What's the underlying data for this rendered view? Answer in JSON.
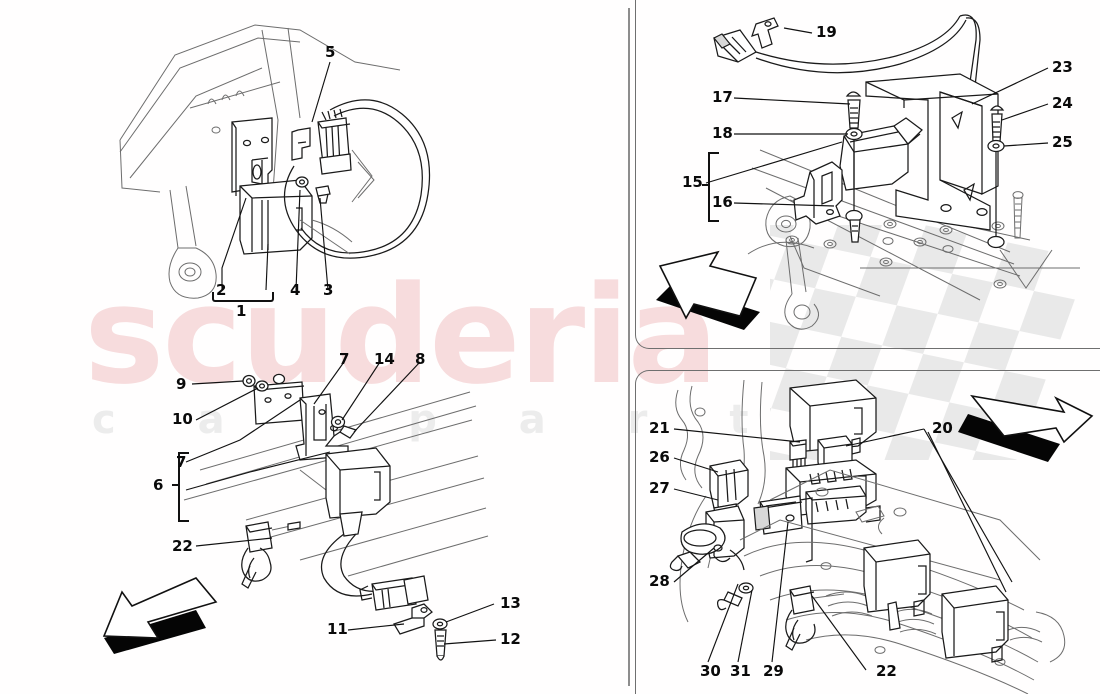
{
  "diagram": {
    "title": "Exploded parts diagram - electronic control units, relays and brackets",
    "background_color": "#ffffff",
    "line_color": "#1a1a1a",
    "ghost_line_color": "#6d6d6d",
    "watermark": {
      "primary_text": "scuderia",
      "primary_color": "#f7dcdd",
      "secondary_text": "c a r p a r t s",
      "secondary_color": "#ececec"
    },
    "flag": {
      "name": "checkered-flag",
      "color": "#e9e9e9"
    }
  },
  "panels": [
    {
      "id": "top-left",
      "name": "panel-top-left"
    },
    {
      "id": "top-right",
      "name": "panel-top-right"
    },
    {
      "id": "bottom-left",
      "name": "panel-bottom-left"
    },
    {
      "id": "bottom-right",
      "name": "panel-bottom-right"
    }
  ],
  "callouts": {
    "top_left": [
      "5",
      "2",
      "1",
      "4",
      "3"
    ],
    "bottom_left": [
      "9",
      "10",
      "7",
      "14",
      "8",
      "6",
      "7",
      "22",
      "11",
      "13",
      "12"
    ],
    "top_right": [
      "19",
      "17",
      "18",
      "15",
      "16",
      "23",
      "24",
      "25"
    ],
    "bottom_right": [
      "21",
      "26",
      "27",
      "28",
      "20",
      "30",
      "31",
      "29",
      "22"
    ]
  },
  "labels": {
    "n1": "1",
    "n2": "2",
    "n3": "3",
    "n4": "4",
    "n5": "5",
    "n6": "6",
    "n7a": "7",
    "n7b": "7",
    "n8": "8",
    "n9": "9",
    "n10": "10",
    "n11": "11",
    "n12": "12",
    "n13": "13",
    "n14": "14",
    "n15": "15",
    "n16": "16",
    "n17": "17",
    "n18": "18",
    "n19": "19",
    "n20": "20",
    "n21": "21",
    "n22a": "22",
    "n22b": "22",
    "n23": "23",
    "n24": "24",
    "n25": "25",
    "n26": "26",
    "n27": "27",
    "n28": "28",
    "n29": "29",
    "n30": "30",
    "n31": "31"
  },
  "brackets": [
    {
      "name": "bracket-group-1",
      "label": "1",
      "member": "2",
      "orientation": "horizontal"
    },
    {
      "name": "bracket-group-6",
      "label": "6",
      "member": "7",
      "orientation": "vertical"
    },
    {
      "name": "bracket-group-15",
      "label": "15",
      "member": "16",
      "orientation": "vertical"
    }
  ],
  "direction_arrows": [
    {
      "name": "direction-arrow-top-right",
      "points": "up-left"
    },
    {
      "name": "direction-arrow-bottom-left",
      "points": "down-left"
    },
    {
      "name": "direction-arrow-bottom-right",
      "points": "down-right"
    }
  ]
}
